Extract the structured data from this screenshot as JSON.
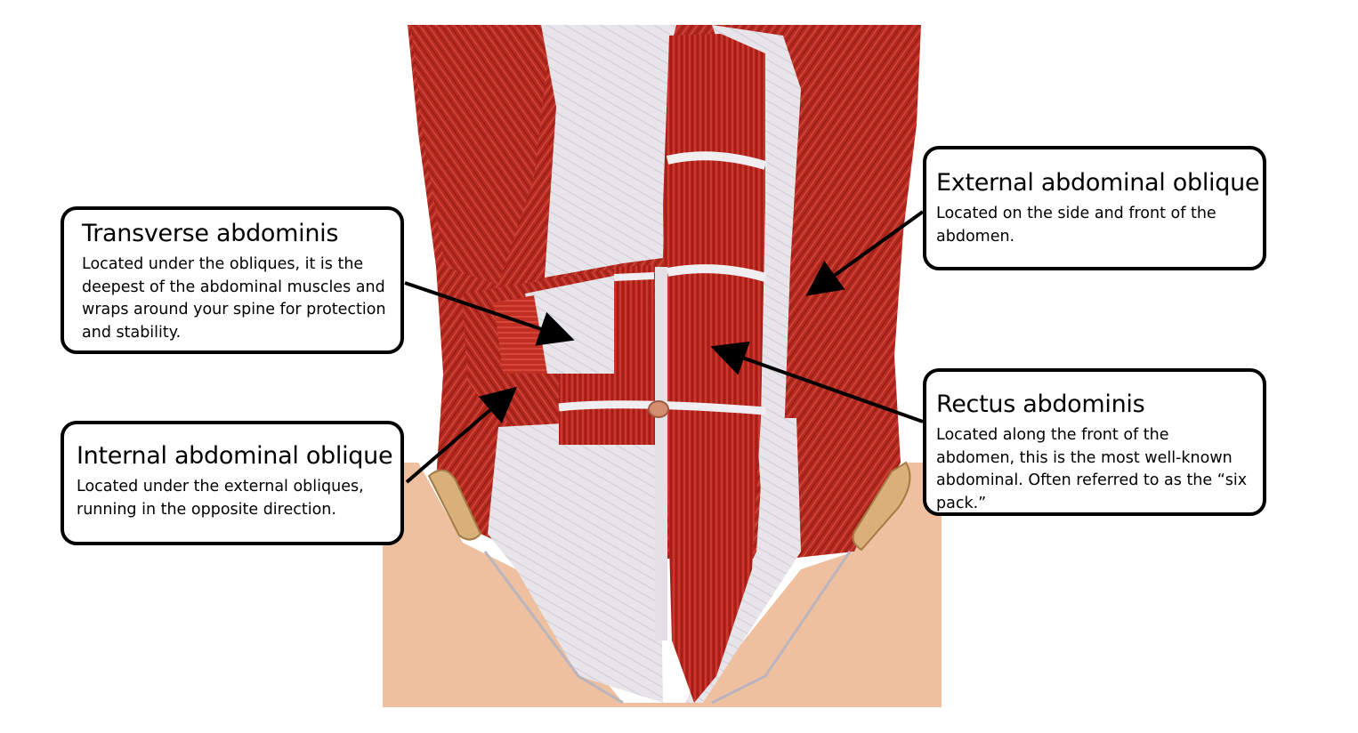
{
  "labels": {
    "transverse": {
      "title": "Transverse abdominis",
      "description": "Located under the obliques, it is the deepest of the abdominal muscles and wraps around your spine for protection and stability."
    },
    "internal_oblique": {
      "title": "Internal abdominal oblique",
      "description": "Located under the external obliques, running in the opposite direction."
    },
    "external_oblique": {
      "title": "External abdominal oblique",
      "description": "Located on the side and front of the abdomen."
    },
    "rectus": {
      "title": "Rectus abdominis",
      "description": "Located along the front of the abdomen, this is the most well-known abdominal. Often referred to as the “six pack.”"
    }
  },
  "colors": {
    "muscle": "#b8241c",
    "muscle_dark": "#8e1a14",
    "muscle_light": "#d6473c",
    "fascia": "#e6e4e8",
    "skin": "#efc09f",
    "bone": "#d9b07a",
    "arrow": "#000000"
  }
}
